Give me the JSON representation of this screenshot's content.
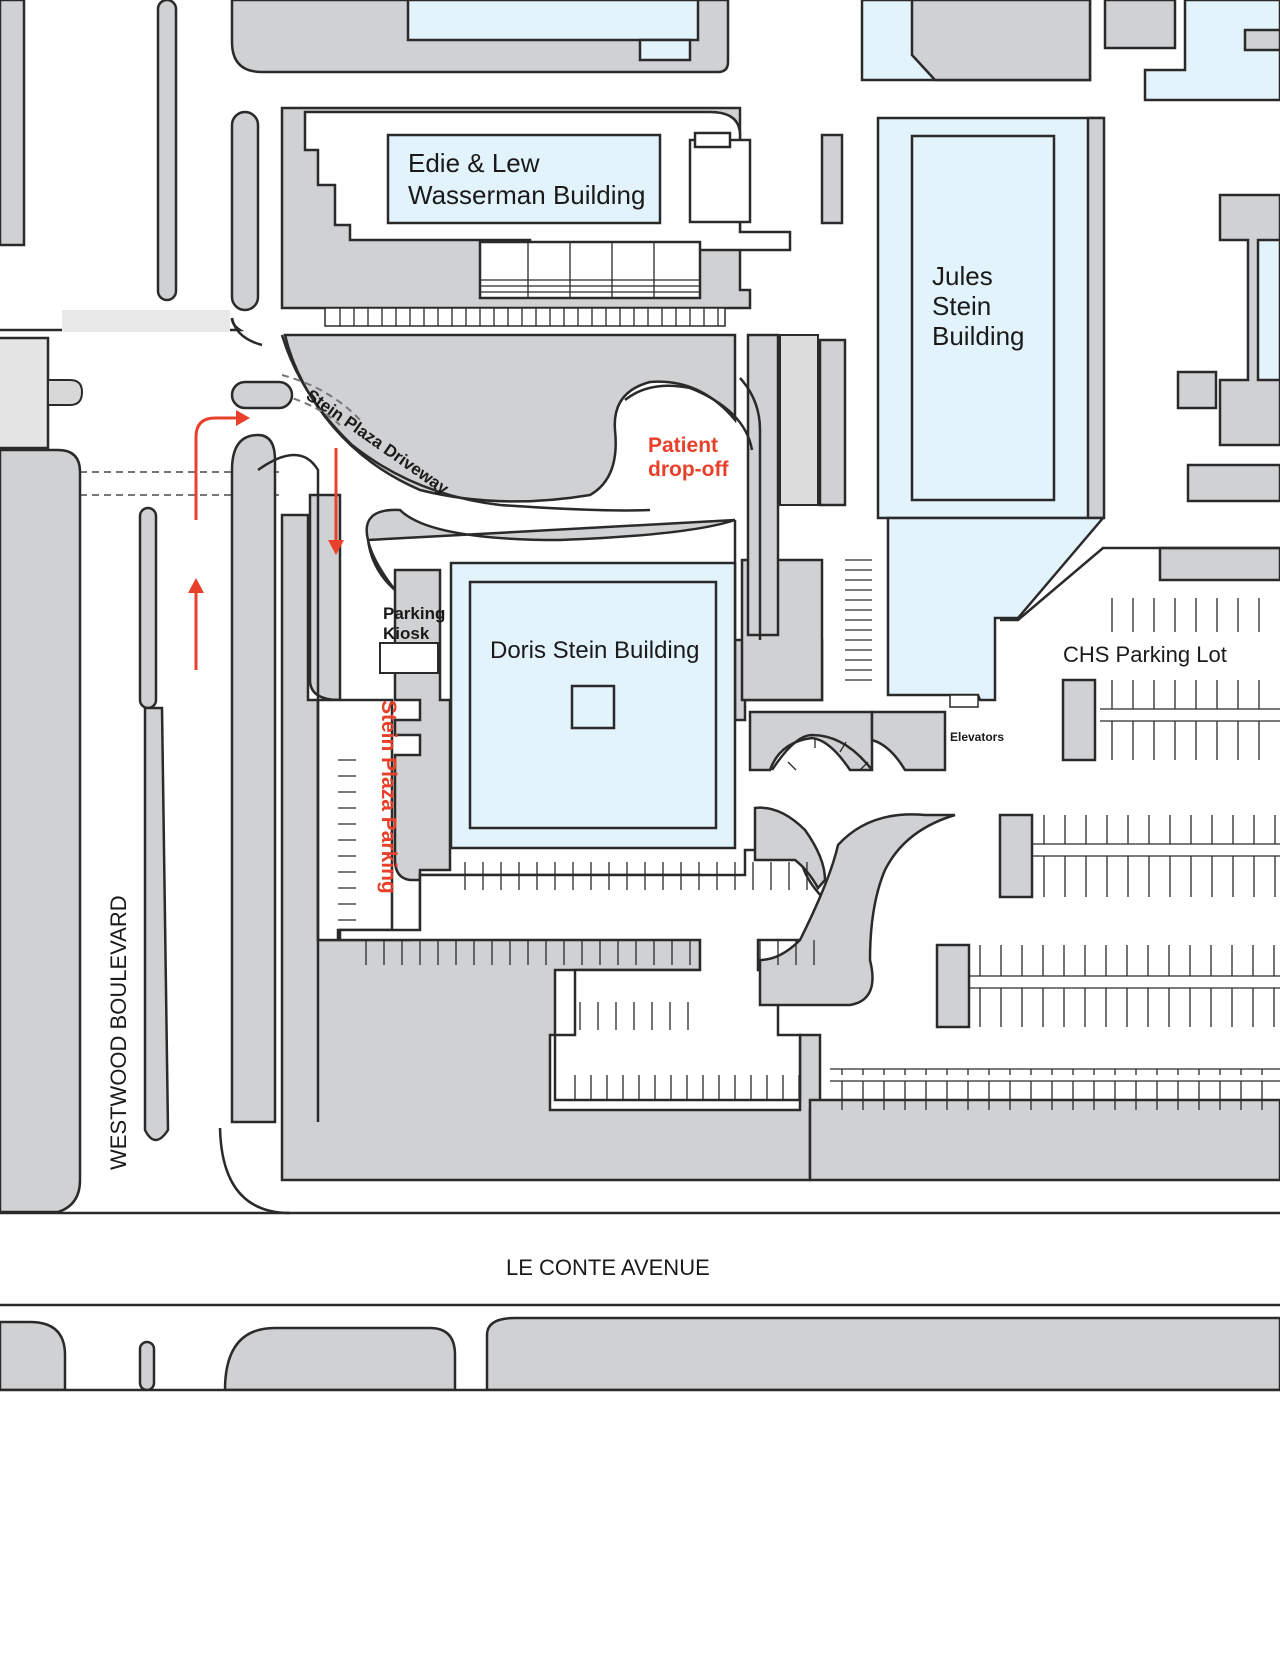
{
  "labels": {
    "wasserman_l1": "Edie & Lew",
    "wasserman_l2": "Wasserman Building",
    "jules_l1": "Jules",
    "jules_l2": "Stein",
    "jules_l3": "Building",
    "driveway": "Stein Plaza Driveway",
    "dropoff_l1": "Patient",
    "dropoff_l2": "drop-off",
    "kiosk_l1": "Parking",
    "kiosk_l2": "Kiosk",
    "doris": "Doris Stein Building",
    "stein_parking": "Stein Plaza Parking",
    "chs_lot": "CHS Parking Lot",
    "elevators": "Elevators",
    "westwood": "WESTWOOD BOULEVARD",
    "leconte": "LE CONTE AVENUE"
  },
  "colors": {
    "building_fill": "#e2f3fb",
    "block_fill": "#d0d1d3",
    "route_arrows": "#e8402a",
    "outline": "#2a2a2a"
  }
}
